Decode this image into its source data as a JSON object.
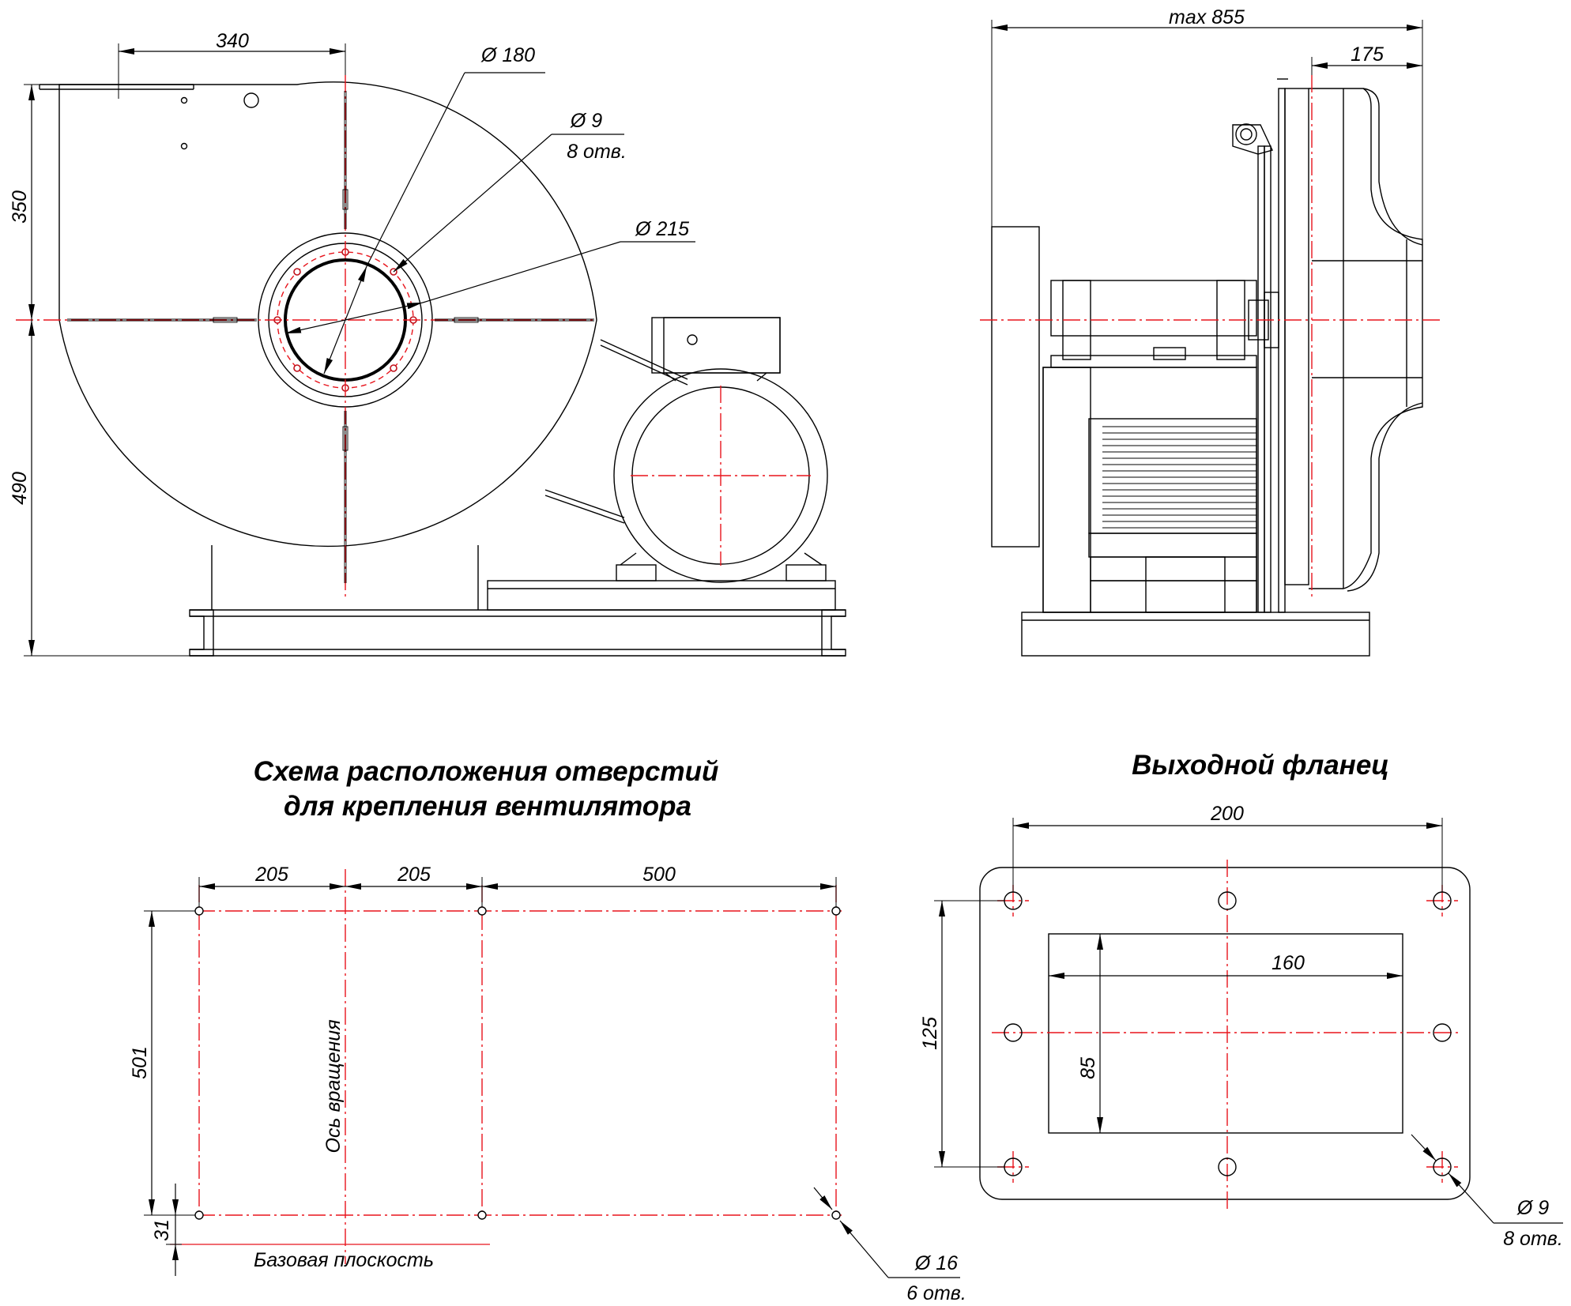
{
  "front_view": {
    "dim_width": "340",
    "dim_top": "350",
    "dim_bottom": "490",
    "d_outer": "Ø 180",
    "d_hole": "Ø 9",
    "d_hole_count": "8 отв.",
    "d_flange": "Ø 215"
  },
  "side_view": {
    "dim_max": "max 855",
    "dim_flange": "175"
  },
  "mounting": {
    "title_line1": "Схема расположения отверстий",
    "title_line2": "для крепления вентилятора",
    "dim_a": "205",
    "dim_b": "205",
    "dim_c": "500",
    "dim_height": "501",
    "dim_offset": "31",
    "axis_label": "Ось вращения",
    "base_label": "Базовая  плоскость",
    "hole_dia": "Ø 16",
    "hole_count": "6 отв."
  },
  "outlet_flange": {
    "title": "Выходной фланец",
    "dim_width": "200",
    "dim_inner_width": "160",
    "dim_height": "125",
    "dim_inner_height": "85",
    "hole_dia": "Ø 9",
    "hole_count": "8 отв."
  }
}
